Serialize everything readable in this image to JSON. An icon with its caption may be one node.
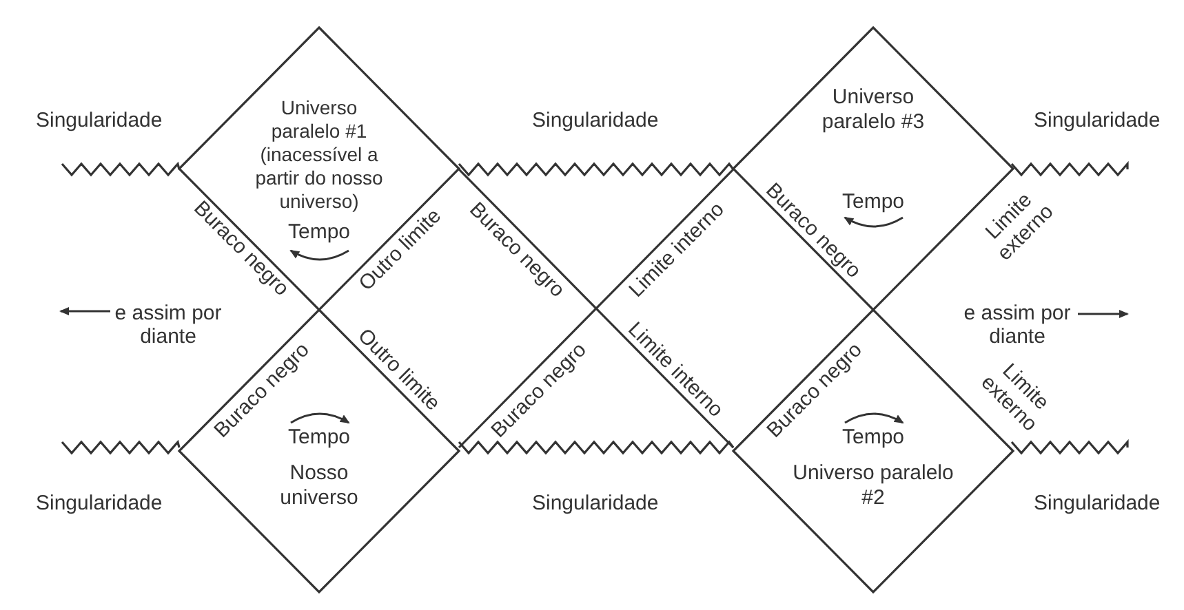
{
  "diagram": {
    "nodes": [
      {
        "text": [
          "Universo paralelo #1 (inacessível a partir do nosso universo)",
          "Tempo"
        ]
      },
      {
        "text": [
          "Universo paralelo #3",
          "Tempo"
        ]
      },
      {
        "text": [
          "Tempo",
          "Nosso universo"
        ]
      },
      {
        "text": [
          "Tempo",
          "Universo paralelo #2"
        ]
      }
    ],
    "labels": [
      "Singularidade",
      "Singularidade",
      "Singularidade",
      "Buraco negro",
      "Outro limite",
      "Buraco negro",
      "Limite interno",
      "Buraco negro",
      "Limite externo",
      "e assim por diante",
      "e assim por diante",
      "Buraco negro",
      "Outro limite",
      "Buraco negro",
      "Limite interno",
      "Buraco negro",
      "Limite externo",
      "Singularidade",
      "Singularidade",
      "Singularidade"
    ]
  }
}
